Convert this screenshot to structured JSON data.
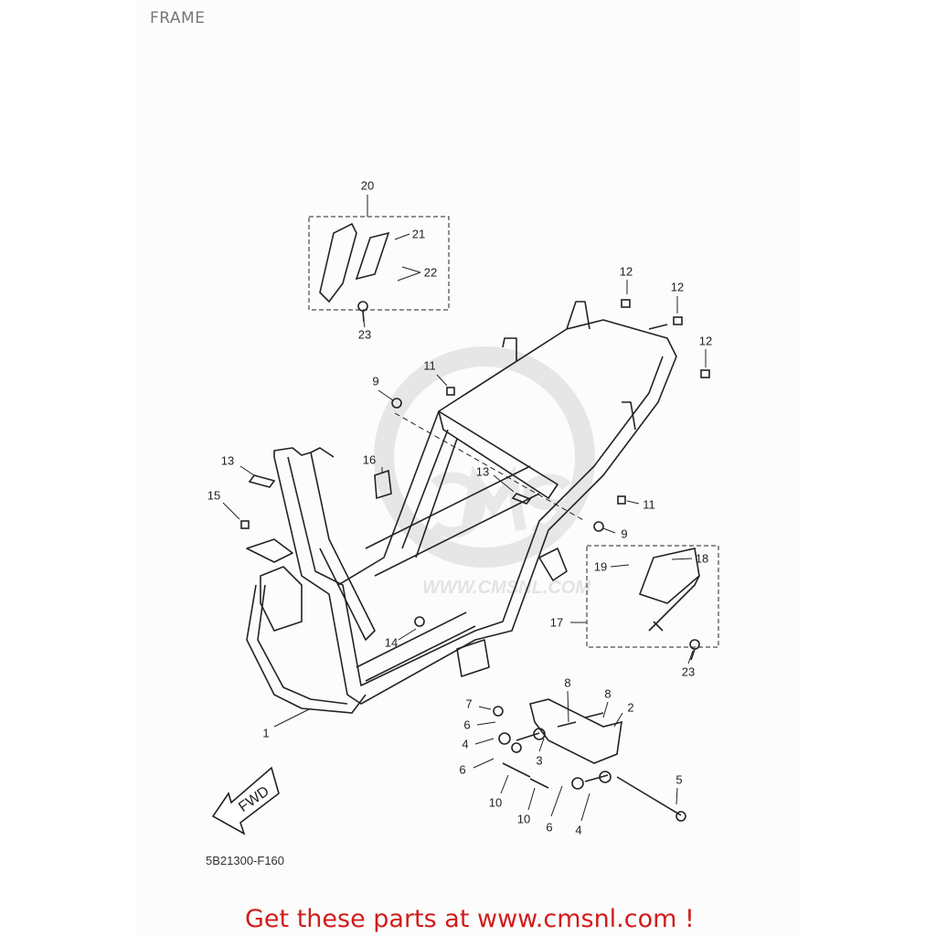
{
  "title": "FRAME",
  "diagram_code": "5B21300-F160",
  "footer_text": "Get these parts at www.cmsnl.com !",
  "watermark_text": "WWW.CMSNL.COM",
  "fwd_label": "FWD",
  "colors": {
    "footer": "#d21c1c",
    "lines": "#222222"
  },
  "callouts": [
    "20",
    "21",
    "22",
    "23",
    "12",
    "12",
    "12",
    "11",
    "9",
    "13",
    "16",
    "13",
    "15",
    "11",
    "9",
    "18",
    "19",
    "17",
    "14",
    "23",
    "8",
    "8",
    "7",
    "2",
    "6",
    "4",
    "3",
    "6",
    "5",
    "10",
    "10",
    "6",
    "4",
    "1"
  ]
}
